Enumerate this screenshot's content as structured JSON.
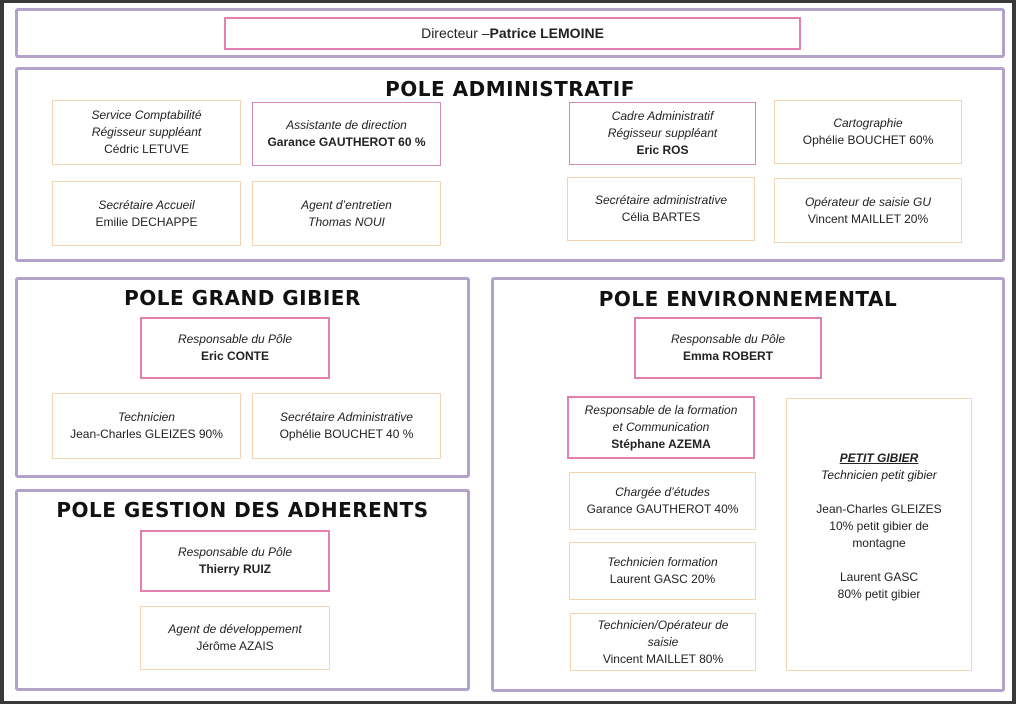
{
  "director": {
    "role": "Directeur – ",
    "name": "Patrice LEMOINE"
  },
  "admin": {
    "title": "POLE ADMINISTRATIF",
    "compta": {
      "l1": "Service Comptabilité",
      "l2": "Régisseur suppléant",
      "name": "Cédric LETUVE"
    },
    "assistante": {
      "role": "Assistante de direction",
      "name": "Garance GAUTHEROT 60 %"
    },
    "cadre": {
      "l1": "Cadre Administratif",
      "l2": "Régisseur suppléant",
      "name": "Eric ROS"
    },
    "carto": {
      "role": "Cartographie",
      "name": "Ophélie BOUCHET 60%"
    },
    "accueil": {
      "role": "Secrétaire Accueil",
      "name": "Emilie DECHAPPE"
    },
    "entretien": {
      "role": "Agent d’entretien",
      "name": "Thomas NOUI"
    },
    "secadmin": {
      "role": "Secrétaire administrative",
      "name": "Célia BARTES"
    },
    "saisie": {
      "role": "Opérateur de saisie GU",
      "name": "Vincent MAILLET 20%"
    }
  },
  "grand_gibier": {
    "title": "POLE GRAND GIBIER",
    "resp": {
      "role": "Responsable du Pôle",
      "name": "Eric CONTE"
    },
    "tech": {
      "role": "Technicien",
      "name": "Jean-Charles GLEIZES 90%"
    },
    "sec": {
      "role": "Secrétaire Administrative",
      "name": "Ophélie BOUCHET 40 %"
    }
  },
  "adherents": {
    "title": "POLE GESTION DES ADHERENTS",
    "resp": {
      "role": "Responsable du Pôle",
      "name": "Thierry RUIZ"
    },
    "agent": {
      "role": "Agent de développement",
      "name": "Jérôme AZAIS"
    }
  },
  "env": {
    "title": "POLE ENVIRONNEMENTAL",
    "resp": {
      "role": "Responsable du Pôle",
      "name": "Emma ROBERT"
    },
    "formation": {
      "l1": "Responsable de la formation",
      "l2": "et Communication",
      "name": "Stéphane AZEMA"
    },
    "etudes": {
      "role": "Chargée d’études",
      "name": "Garance GAUTHEROT 40%"
    },
    "techform": {
      "role": "Technicien formation",
      "name": "Laurent GASC 20%"
    },
    "techop": {
      "l1": "Technicien/Opérateur de",
      "l2": "saisie",
      "name": "Vincent MAILLET 80%"
    },
    "petit": {
      "heading": "PETIT GIBIER",
      "role": "Technicien petit gibier",
      "p1a": "Jean-Charles GLEIZES",
      "p1b": "10% petit gibier de",
      "p1c": "montagne",
      "p2a": "Laurent GASC",
      "p2b": "80% petit gibier"
    }
  }
}
